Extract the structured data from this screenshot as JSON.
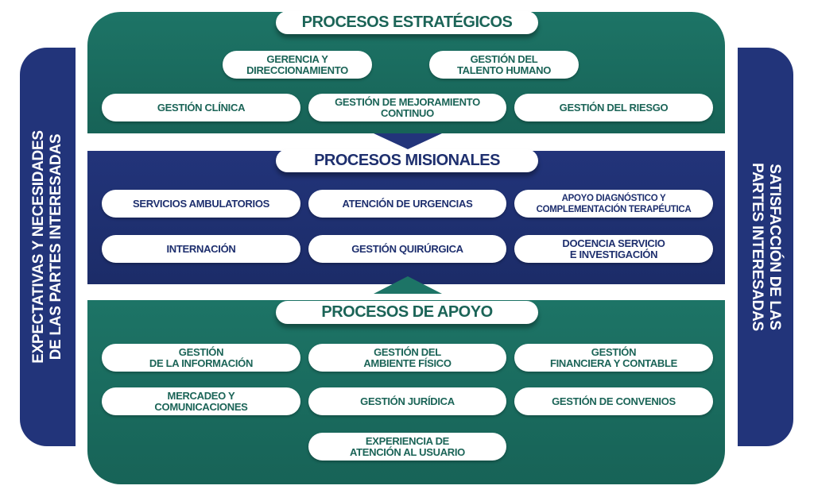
{
  "colors": {
    "green": "#1d7466",
    "navy": "#22347a",
    "green_text": "#1b6457",
    "navy_text": "#1e2f6e"
  },
  "side_left": "EXPECTATIVAS Y NECESIDADES\nDE LAS PARTES INTERESADAS",
  "side_right": "SATISFACCIÓN DE LAS\nPARTES INTERESADAS",
  "estrategicos": {
    "title": "PROCESOS ESTRATÉGICOS",
    "items": [
      "GERENCIA Y\nDIRECCIONAMIENTO",
      "GESTIÓN DEL\nTALENTO HUMANO",
      "GESTIÓN CLÍNICA",
      "GESTIÓN DE MEJORAMIENTO\nCONTINUO",
      "GESTIÓN DEL RIESGO"
    ]
  },
  "misionales": {
    "title": "PROCESOS MISIONALES",
    "items": [
      "SERVICIOS AMBULATORIOS",
      "ATENCIÓN DE URGENCIAS",
      "APOYO DIAGNÓSTICO Y\nCOMPLEMENTACIÓN TERAPÉUTICA",
      "INTERNACIÓN",
      "GESTIÓN QUIRÚRGICA",
      "DOCENCIA SERVICIO\nE INVESTIGACIÓN"
    ]
  },
  "apoyo": {
    "title": "PROCESOS DE APOYO",
    "items": [
      "GESTIÓN\nDE LA INFORMACIÓN",
      "GESTIÓN DEL\nAMBIENTE FÍSICO",
      "GESTIÓN\nFINANCIERA Y CONTABLE",
      "MERCADEO Y\nCOMUNICACIONES",
      "GESTIÓN JURÍDICA",
      "GESTIÓN DE CONVENIOS",
      "EXPERIENCIA DE\nATENCIÓN AL USUARIO"
    ]
  }
}
